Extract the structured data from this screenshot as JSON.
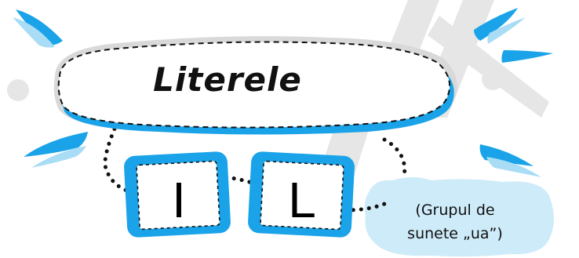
{
  "title": "Literele",
  "letters": [
    "I",
    "L"
  ],
  "note": {
    "line1": "(Grupul de",
    "line2": "sunete „ua”)"
  },
  "colors": {
    "accent": "#1aa3e8",
    "accent_light": "#a8ddf5",
    "outline": "#111111",
    "shadow": "#d9d9d9",
    "watermark": "#e5e5e5"
  }
}
